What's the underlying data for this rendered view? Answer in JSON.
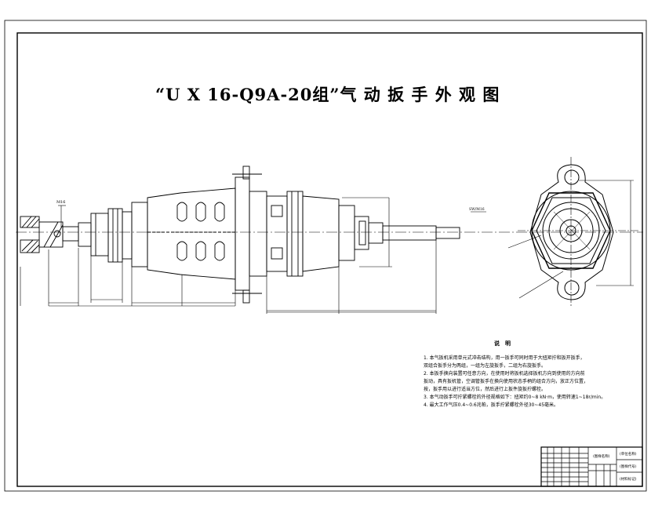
{
  "drawing": {
    "title": "“U X 16-Q9A-20组”气 动 扳 手 外 观 图",
    "label_left": "M16",
    "label_mid": "SW/M16"
  },
  "notes": {
    "heading": "说　明",
    "lines": [
      "1.    本气扳机采用单元式冲击结构，用一扳手可同时用于大扭矩拧和扳开扳手，",
      "双组合扳手分为两组，一组为左旋扳手，二组为右旋扳手。",
      "2.    本扳手换向装置可任意方向，在使用时将扳机选择扳机方向到使用的方向前",
      "扳动，具有扳机管，空调管扳手在换向使用状态手柄的组合方向，放正方位置，",
      "按，扳手用以进行适当方位，然后进行上扳件旋扳拧螺栓。",
      "3.    本气动扳手可拧紧螺栓的外径规格如下：扭矩约0~8 kN·m，使用转速1~18r/min。",
      "4.    最大工作气压0.4~0.6兆帕，扳手拧紧螺栓外径30~45毫米。"
    ]
  },
  "title_block": {
    "name_cell": "(图样名称)",
    "code_cell_1": "(图样代号)",
    "code_cell_2": "(材料标记)",
    "unit_cell": "(单位名称)"
  }
}
